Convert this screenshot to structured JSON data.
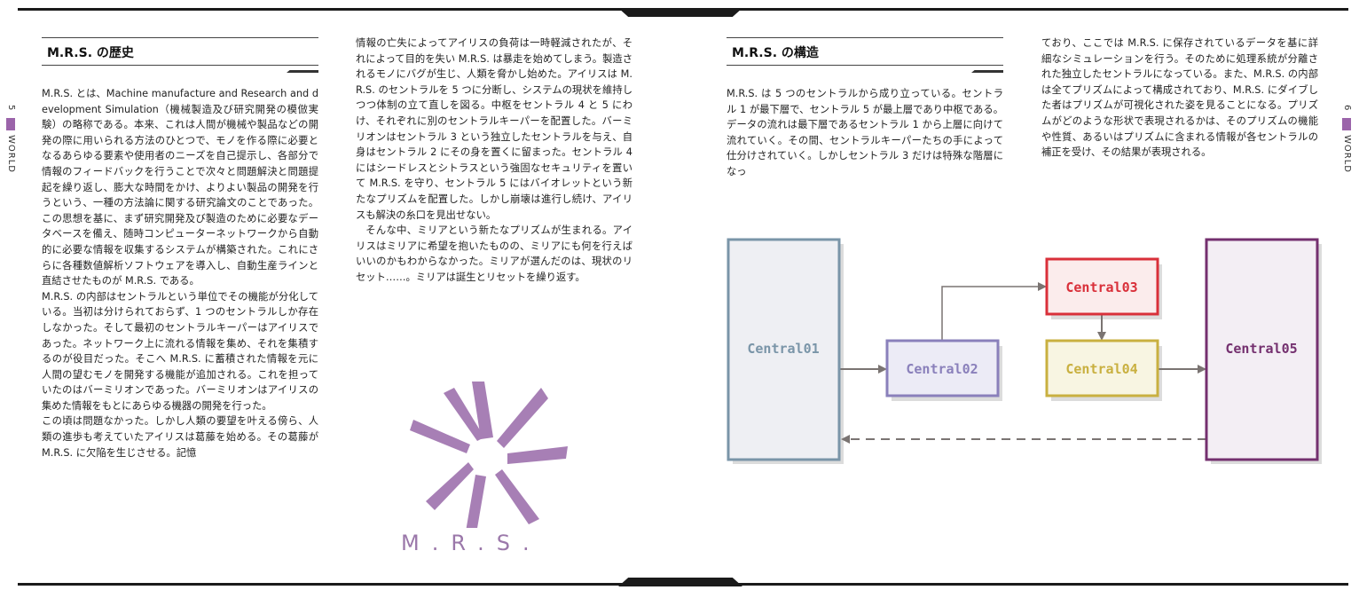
{
  "page": {
    "left_page_number": "5",
    "right_page_number": "6",
    "side_label_left": "WORLD",
    "side_label_right": "WORLD"
  },
  "left": {
    "heading": "M.R.S. の歴史",
    "col1": [
      "M.R.S. とは、Machine manufacture and Research and development Simulation（機械製造及び研究開発の模倣実験）の略称である。本来、これは人間が機械や製品などの開発の際に用いられる方法のひとつで、モノを作る際に必要となるあらゆる要素や使用者のニーズを自己提示し、各部分で情報のフィードバックを行うことで次々と問題解決と問題提起を繰り返し、膨大な時間をかけ、よりよい製品の開発を行うという、一種の方法論に関する研究論文のことであった。この思想を基に、まず研究開発及び製造のために必要なデータベースを備え、随時コンピューターネットワークから自動的に必要な情報を収集するシステムが構築された。これにさらに各種数値解析ソフトウェアを導入し、自動生産ラインと直結させたものが M.R.S. である。",
      "M.R.S. の内部はセントラルという単位でその機能が分化している。当初は分けられておらず、1 つのセントラルしか存在しなかった。そして最初のセントラルキーパーはアイリスであった。ネットワーク上に流れる情報を集め、それを集積するのが役目だった。そこへ M.R.S. に蓄積された情報を元に人間の望むモノを開発する機能が追加される。これを担っていたのはバーミリオンであった。バーミリオンはアイリスの集めた情報をもとにあらゆる機器の開発を行った。",
      "この頃は問題なかった。しかし人類の要望を叶える傍ら、人類の進歩も考えていたアイリスは葛藤を始める。その葛藤が M.R.S. に欠陥を生じさせる。記憶"
    ],
    "col2": [
      "情報の亡失によってアイリスの負荷は一時軽減されたが、それによって目的を失い M.R.S. は暴走を始めてしまう。製造されるモノにバグが生じ、人類を脅かし始めた。アイリスは M.R.S. のセントラルを 5 つに分断し、システムの現状を維持しつつ体制の立て直しを図る。中枢をセントラル 4 と 5 にわけ、それぞれに別のセントラルキーパーを配置した。バーミリオンはセントラル 3 という独立したセントラルを与え、自身はセントラル 2 にその身を置くに留まった。セントラル 4 にはシードレスとシトラスという強固なセキュリティを置いて M.R.S. を守り、セントラル 5 にはバイオレットという新たなプリズムを配置した。しかし崩壊は進行し続け、アイリスも解決の糸口を見出せない。",
      "そんな中、ミリアという新たなプリズムが生まれる。アイリスはミリアに希望を抱いたものの、ミリアにも何を行えばいいのかもわからなかった。ミリアが選んだのは、現状のリセット……。ミリアは誕生とリセットを繰り返す。"
    ],
    "logo_text": "M.R.S."
  },
  "right": {
    "heading": "M.R.S. の構造",
    "col1": [
      "M.R.S. は 5 つのセントラルから成り立っている。セントラル 1 が最下層で、セントラル 5 が最上層であり中枢である。データの流れは最下層であるセントラル 1 から上層に向けて流れていく。その間、セントラルキーパーたちの手によって仕分けされていく。しかしセントラル 3 だけは特殊な階層になっ"
    ],
    "col2": [
      "ており、ここでは M.R.S. に保存されているデータを基に詳細なシミュレーションを行う。そのために処理系統が分離された独立したセントラルになっている。また、M.R.S. の内部は全てプリズムによって構成されており、M.R.S. にダイブした者はプリズムが可視化された姿を見ることになる。プリズムがどのような形状で表現されるかは、そのプリズムの機能や性質、あるいはプリズムに含まれる情報が各セントラルの補正を受け、その結果が表現される。"
    ]
  },
  "diagram": {
    "nodes": {
      "central01": {
        "label": "Central01",
        "color": "#7a95a8",
        "fill": "#eeeff3"
      },
      "central02": {
        "label": "Central02",
        "color": "#8a80bb",
        "fill": "#ecebf6"
      },
      "central03": {
        "label": "Central03",
        "color": "#d9303a",
        "fill": "#fbecec"
      },
      "central04": {
        "label": "Central04",
        "color": "#c9b040",
        "fill": "#f8f5e2"
      },
      "central05": {
        "label": "Central05",
        "color": "#74306f",
        "fill": "#f3eef4"
      }
    },
    "arrow_color": "#7a7472"
  },
  "colors": {
    "accent": "#9b64aa",
    "logo": "#a77fb5"
  }
}
